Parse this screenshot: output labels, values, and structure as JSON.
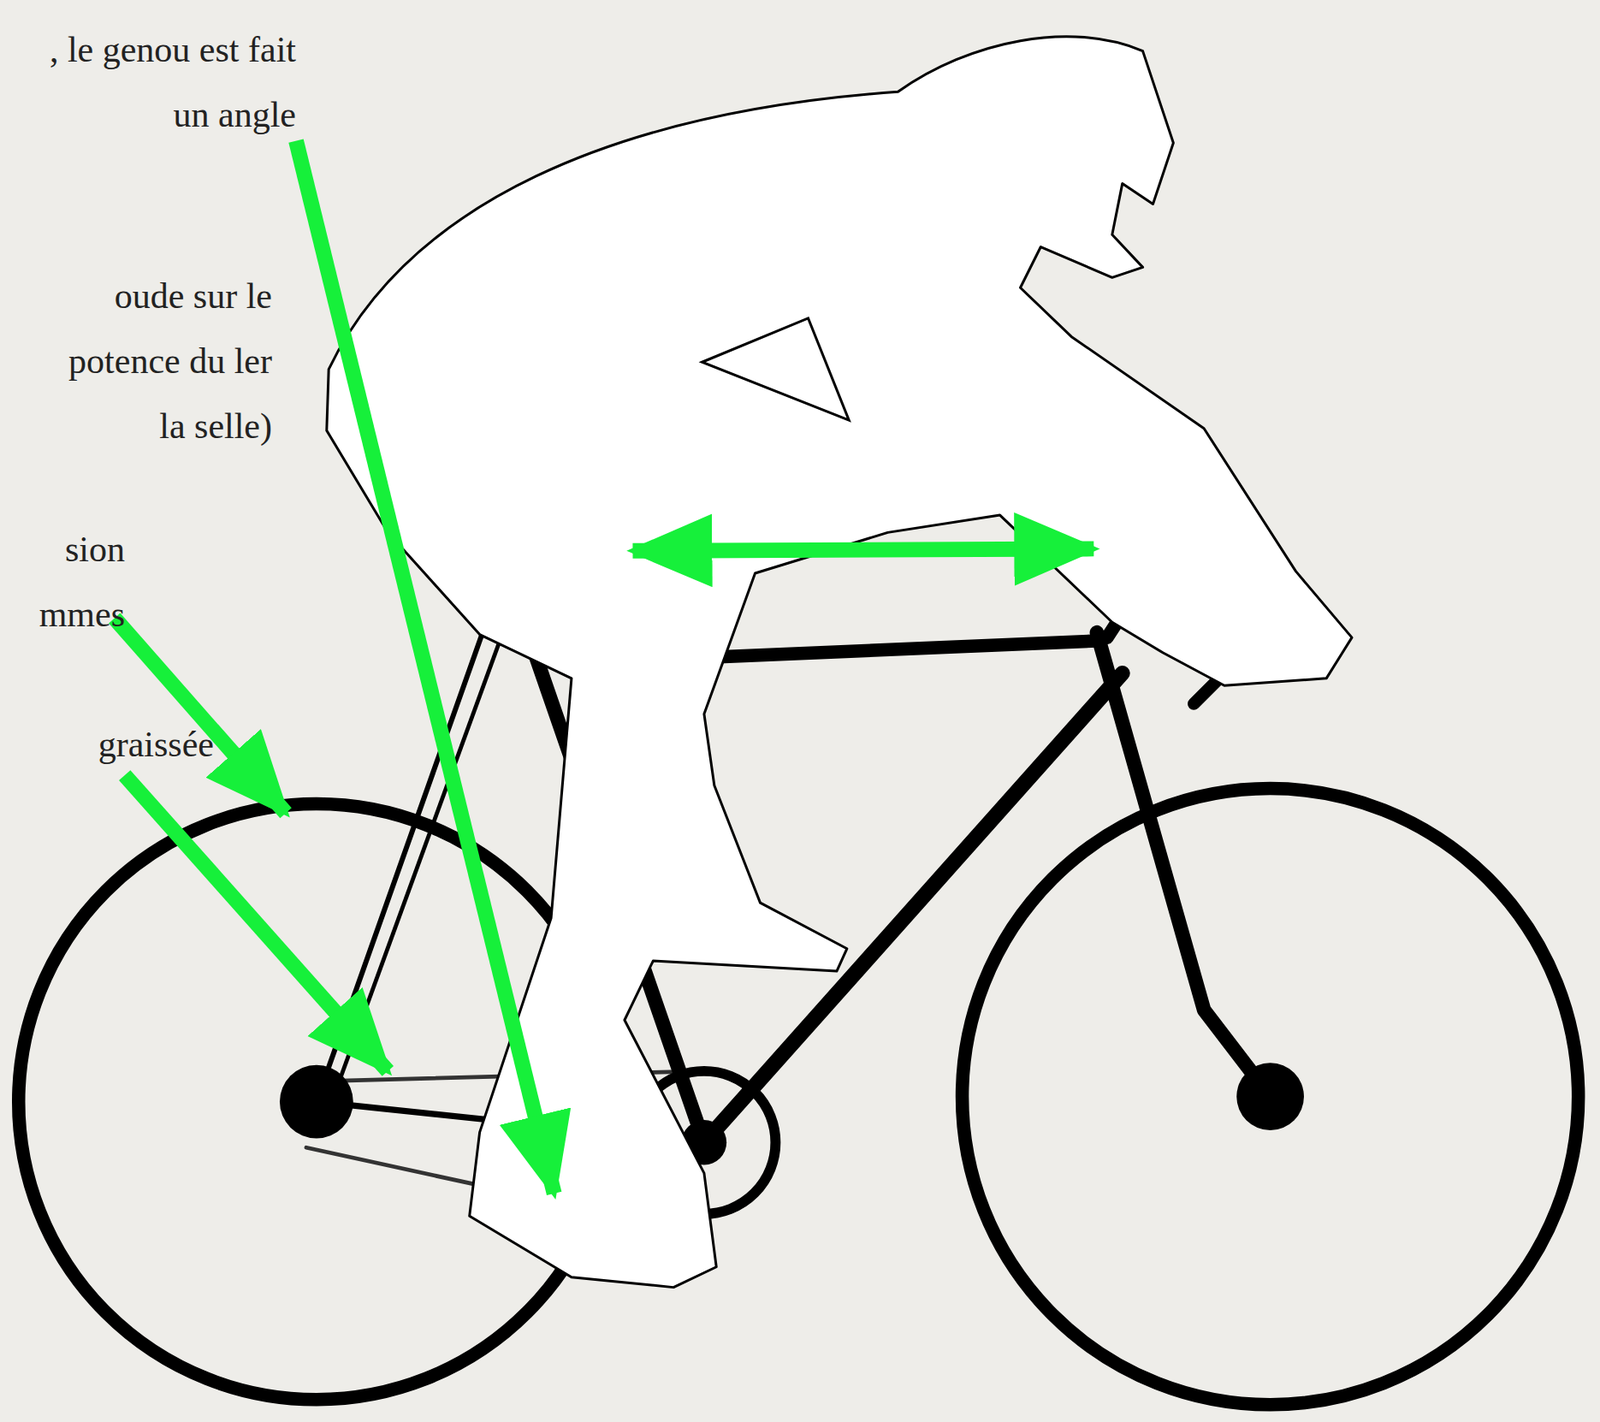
{
  "diagram": {
    "labels": [
      ", le genou est fait un angle",
      "oude sur le potence du ler la selle)",
      "sion mmes",
      "graissée"
    ]
  }
}
